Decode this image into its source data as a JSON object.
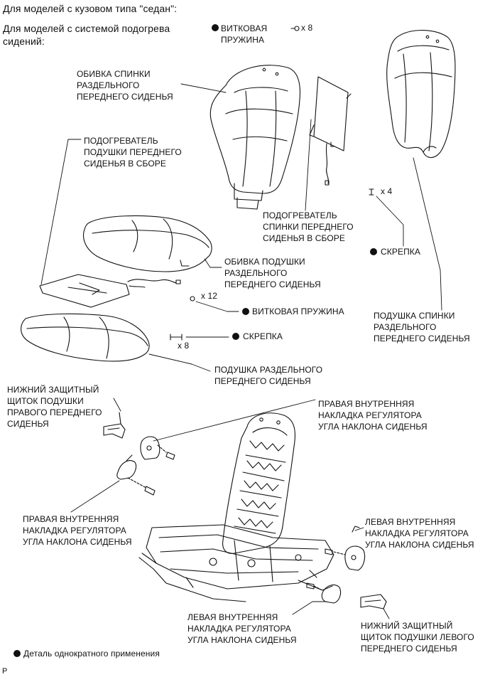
{
  "header": {
    "line1": "Для моделей с кузовом типа \"седан\":",
    "line2": "Для моделей с системой подогрева\nсидений:"
  },
  "labels": {
    "spring_top": "ВИТКОВАЯ\nПРУЖИНА",
    "spring_top_qty": "x 8",
    "back_cover": "ОБИВКА СПИНКИ\nРАЗДЕЛЬНОГО\nПЕРЕДНЕГО СИДЕНЬЯ",
    "cushion_heater": "ПОДОГРЕВАТЕЛЬ\nПОДУШКИ ПЕРЕДНЕГО\nСИДЕНЬЯ В СБОРЕ",
    "back_heater": "ПОДОГРЕВАТЕЛЬ\nСПИНКИ ПЕРЕДНЕГО\nСИДЕНЬЯ В СБОРЕ",
    "clip_right_qty": "x 4",
    "clip_right": "СКРЕПКА",
    "cushion_cover": "ОБИВКА ПОДУШКИ\nРАЗДЕЛЬНОГО\nПЕРЕДНЕГО СИДЕНЬЯ",
    "spring_mid_qty": "x 12",
    "spring_mid": "ВИТКОВАЯ ПРУЖИНА",
    "back_pad": "ПОДУШКА СПИНКИ\nРАЗДЕЛЬНОГО\nПЕРЕДНЕГО СИДЕНЬЯ",
    "clip_mid": "СКРЕПКА",
    "clip_mid_qty": "x 8",
    "cushion_pad": "ПОДУШКА РАЗДЕЛЬНОГО\nПЕРЕДНЕГО СИДЕНЬЯ",
    "lower_shield_right": "НИЖНИЙ ЗАЩИТНЫЙ\nЩИТОК ПОДУШКИ\nПРАВОГО ПЕРЕДНЕГО\nСИДЕНЬЯ",
    "right_inner_cover_top": "ПРАВАЯ ВНУТРЕННЯЯ\nНАКЛАДКА РЕГУЛЯТОРА\nУГЛА НАКЛОНА СИДЕНЬЯ",
    "right_inner_cover_left": "ПРАВАЯ ВНУТРЕННЯЯ\nНАКЛАДКА РЕГУЛЯТОРА\nУГЛА НАКЛОНА СИДЕНЬЯ",
    "left_inner_cover_right": "ЛЕВАЯ ВНУТРЕННЯЯ\nНАКЛАДКА РЕГУЛЯТОРА\nУГЛА НАКЛОНА СИДЕНЬЯ",
    "left_inner_cover_bottom": "ЛЕВАЯ ВНУТРЕННЯЯ\nНАКЛАДКА РЕГУЛЯТОРА\nУГЛА НАКЛОНА СИДЕНЬЯ",
    "lower_shield_left": "НИЖНИЙ ЗАЩИТНЫЙ\nЩИТОК ПОДУШКИ ЛЕВОГО\nПЕРЕДНЕГО СИДЕНЬЯ"
  },
  "footer": {
    "legend": "Деталь однократного применения",
    "code": "P"
  },
  "colors": {
    "ink": "#111111",
    "background": "#ffffff"
  }
}
